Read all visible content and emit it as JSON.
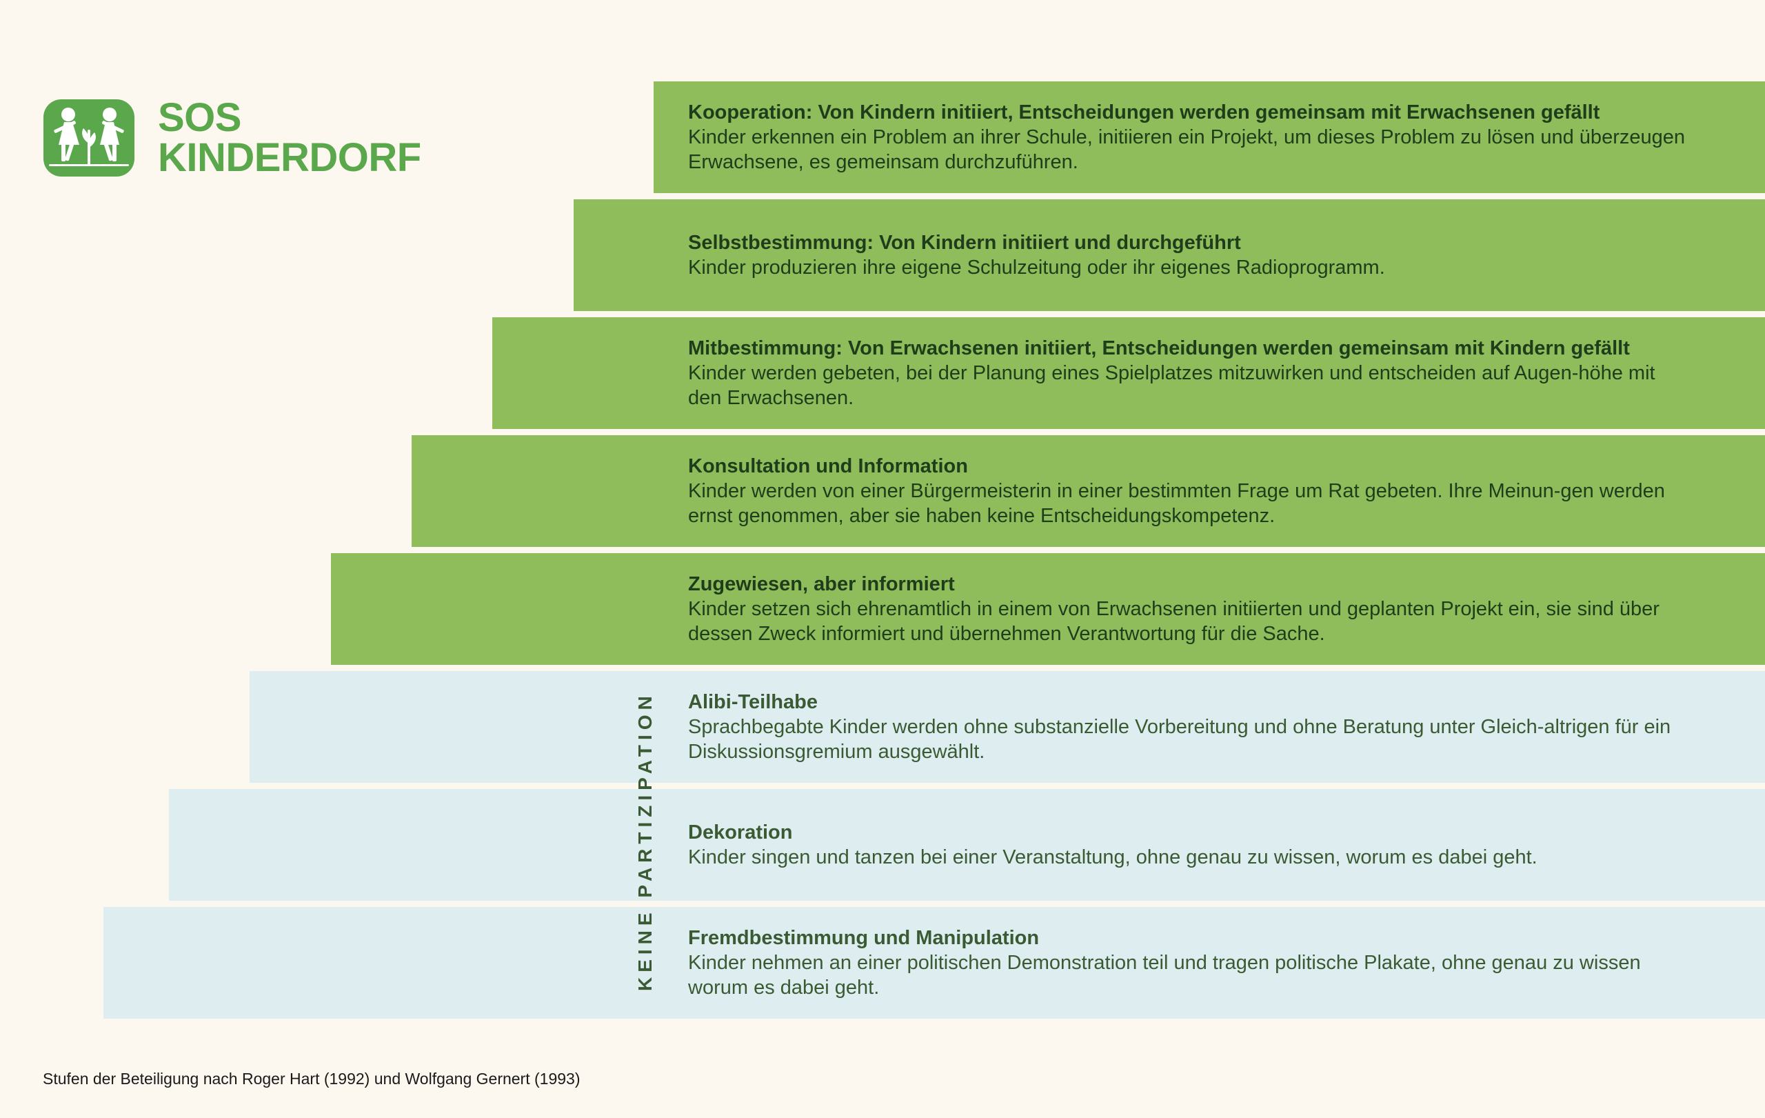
{
  "logo": {
    "line1": "SOS",
    "line2": "KINDERDORF",
    "icon": "children-plant-icon",
    "color": "#5aa84b"
  },
  "colors": {
    "background": "#fcf7ef",
    "participation": "#8fbd5b",
    "no_participation": "#deedef",
    "text": "#1f3d1a"
  },
  "steps": [
    {
      "title": "Kooperation: Von Kindern initiiert, Entscheidungen werden gemeinsam mit Erwachsenen gefällt",
      "desc": "Kinder erkennen ein Problem an ihrer Schule, initiieren ein Projekt, um dieses Problem zu lösen und überzeugen Erwachsene, es gemeinsam durchzuführen."
    },
    {
      "title": "Selbstbestimmung: Von Kindern initiiert und durchgeführt",
      "desc": "Kinder produzieren ihre eigene Schulzeitung oder ihr eigenes Radioprogramm."
    },
    {
      "title": "Mitbestimmung: Von Erwachsenen initiiert, Entscheidungen werden gemeinsam mit Kindern gefällt",
      "desc": "Kinder werden gebeten, bei der Planung eines Spielplatzes mitzuwirken und entscheiden auf Augen-höhe mit den Erwachsenen."
    },
    {
      "title": "Konsultation und Information",
      "desc": "Kinder werden von einer Bürgermeisterin in einer bestimmten Frage um Rat gebeten. Ihre Meinun-gen werden ernst genommen, aber sie haben keine Entscheidungskompetenz."
    },
    {
      "title": "Zugewiesen, aber informiert",
      "desc": "Kinder setzen sich ehrenamtlich in einem von Erwachsenen initiierten und geplanten Projekt ein, sie sind über dessen Zweck informiert und übernehmen Verantwortung für die Sache."
    },
    {
      "title": "Alibi-Teilhabe",
      "desc": "Sprachbegabte Kinder werden ohne substanzielle Vorbereitung und ohne Beratung unter Gleich-altrigen für ein Diskussionsgremium ausgewählt."
    },
    {
      "title": "Dekoration",
      "desc": "Kinder singen und tanzen bei einer Veranstaltung, ohne genau zu wissen, worum es dabei geht."
    },
    {
      "title": "Fremdbestimmung und Manipulation",
      "desc": "Kinder nehmen an einer politischen Demonstration teil und tragen politische Plakate, ohne genau zu wissen worum es dabei geht."
    }
  ],
  "no_participation_label": "KEINE PARTIZIPATION",
  "caption": "Stufen der Beteiligung nach Roger Hart (1992) und Wolfgang Gernert (1993)"
}
